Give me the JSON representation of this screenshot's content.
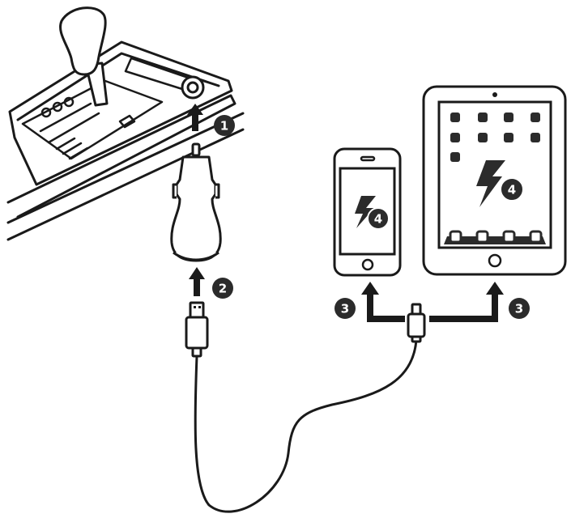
{
  "steps": {
    "plug_in_socket": "1",
    "connect_cable": "2",
    "connect_phone": "3",
    "connect_tablet": "3",
    "phone_charging": "4",
    "tablet_charging": "4"
  },
  "colors": {
    "ink": "#1a1a1a",
    "badge": "#2b2b2b",
    "badge_text": "#ffffff",
    "background": "#ffffff"
  },
  "icons": [
    "gear-shift-icon",
    "socket-icon",
    "car-charger-icon",
    "usb-cable-icon",
    "smartphone-icon",
    "tablet-icon",
    "lightning-bolt-icon",
    "arrow-up-icon"
  ]
}
